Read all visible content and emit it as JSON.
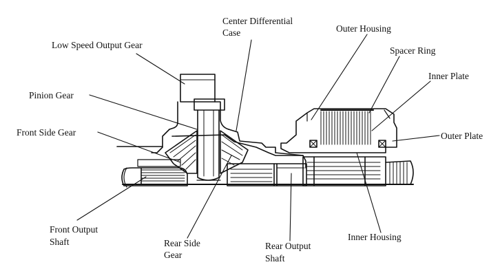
{
  "labels": {
    "low_speed_output_gear": "Low Speed Output Gear",
    "center_differential_case_1": "Center Differential",
    "center_differential_case_2": "Case",
    "outer_housing": "Outer Housing",
    "spacer_ring": "Spacer Ring",
    "inner_plate": "Inner Plate",
    "pinion_gear": "Pinion Gear",
    "front_side_gear": "Front Side Gear",
    "outer_plate": "Outer Plate",
    "front_output_shaft_1": "Front Output",
    "front_output_shaft_2": "Shaft",
    "rear_side_gear_1": "Rear Side",
    "rear_side_gear_2": "Gear",
    "rear_output_shaft_1": "Rear Output",
    "rear_output_shaft_2": "Shaft",
    "inner_housing": "Inner Housing"
  },
  "colors": {
    "line": "#111111",
    "background": "#ffffff"
  }
}
